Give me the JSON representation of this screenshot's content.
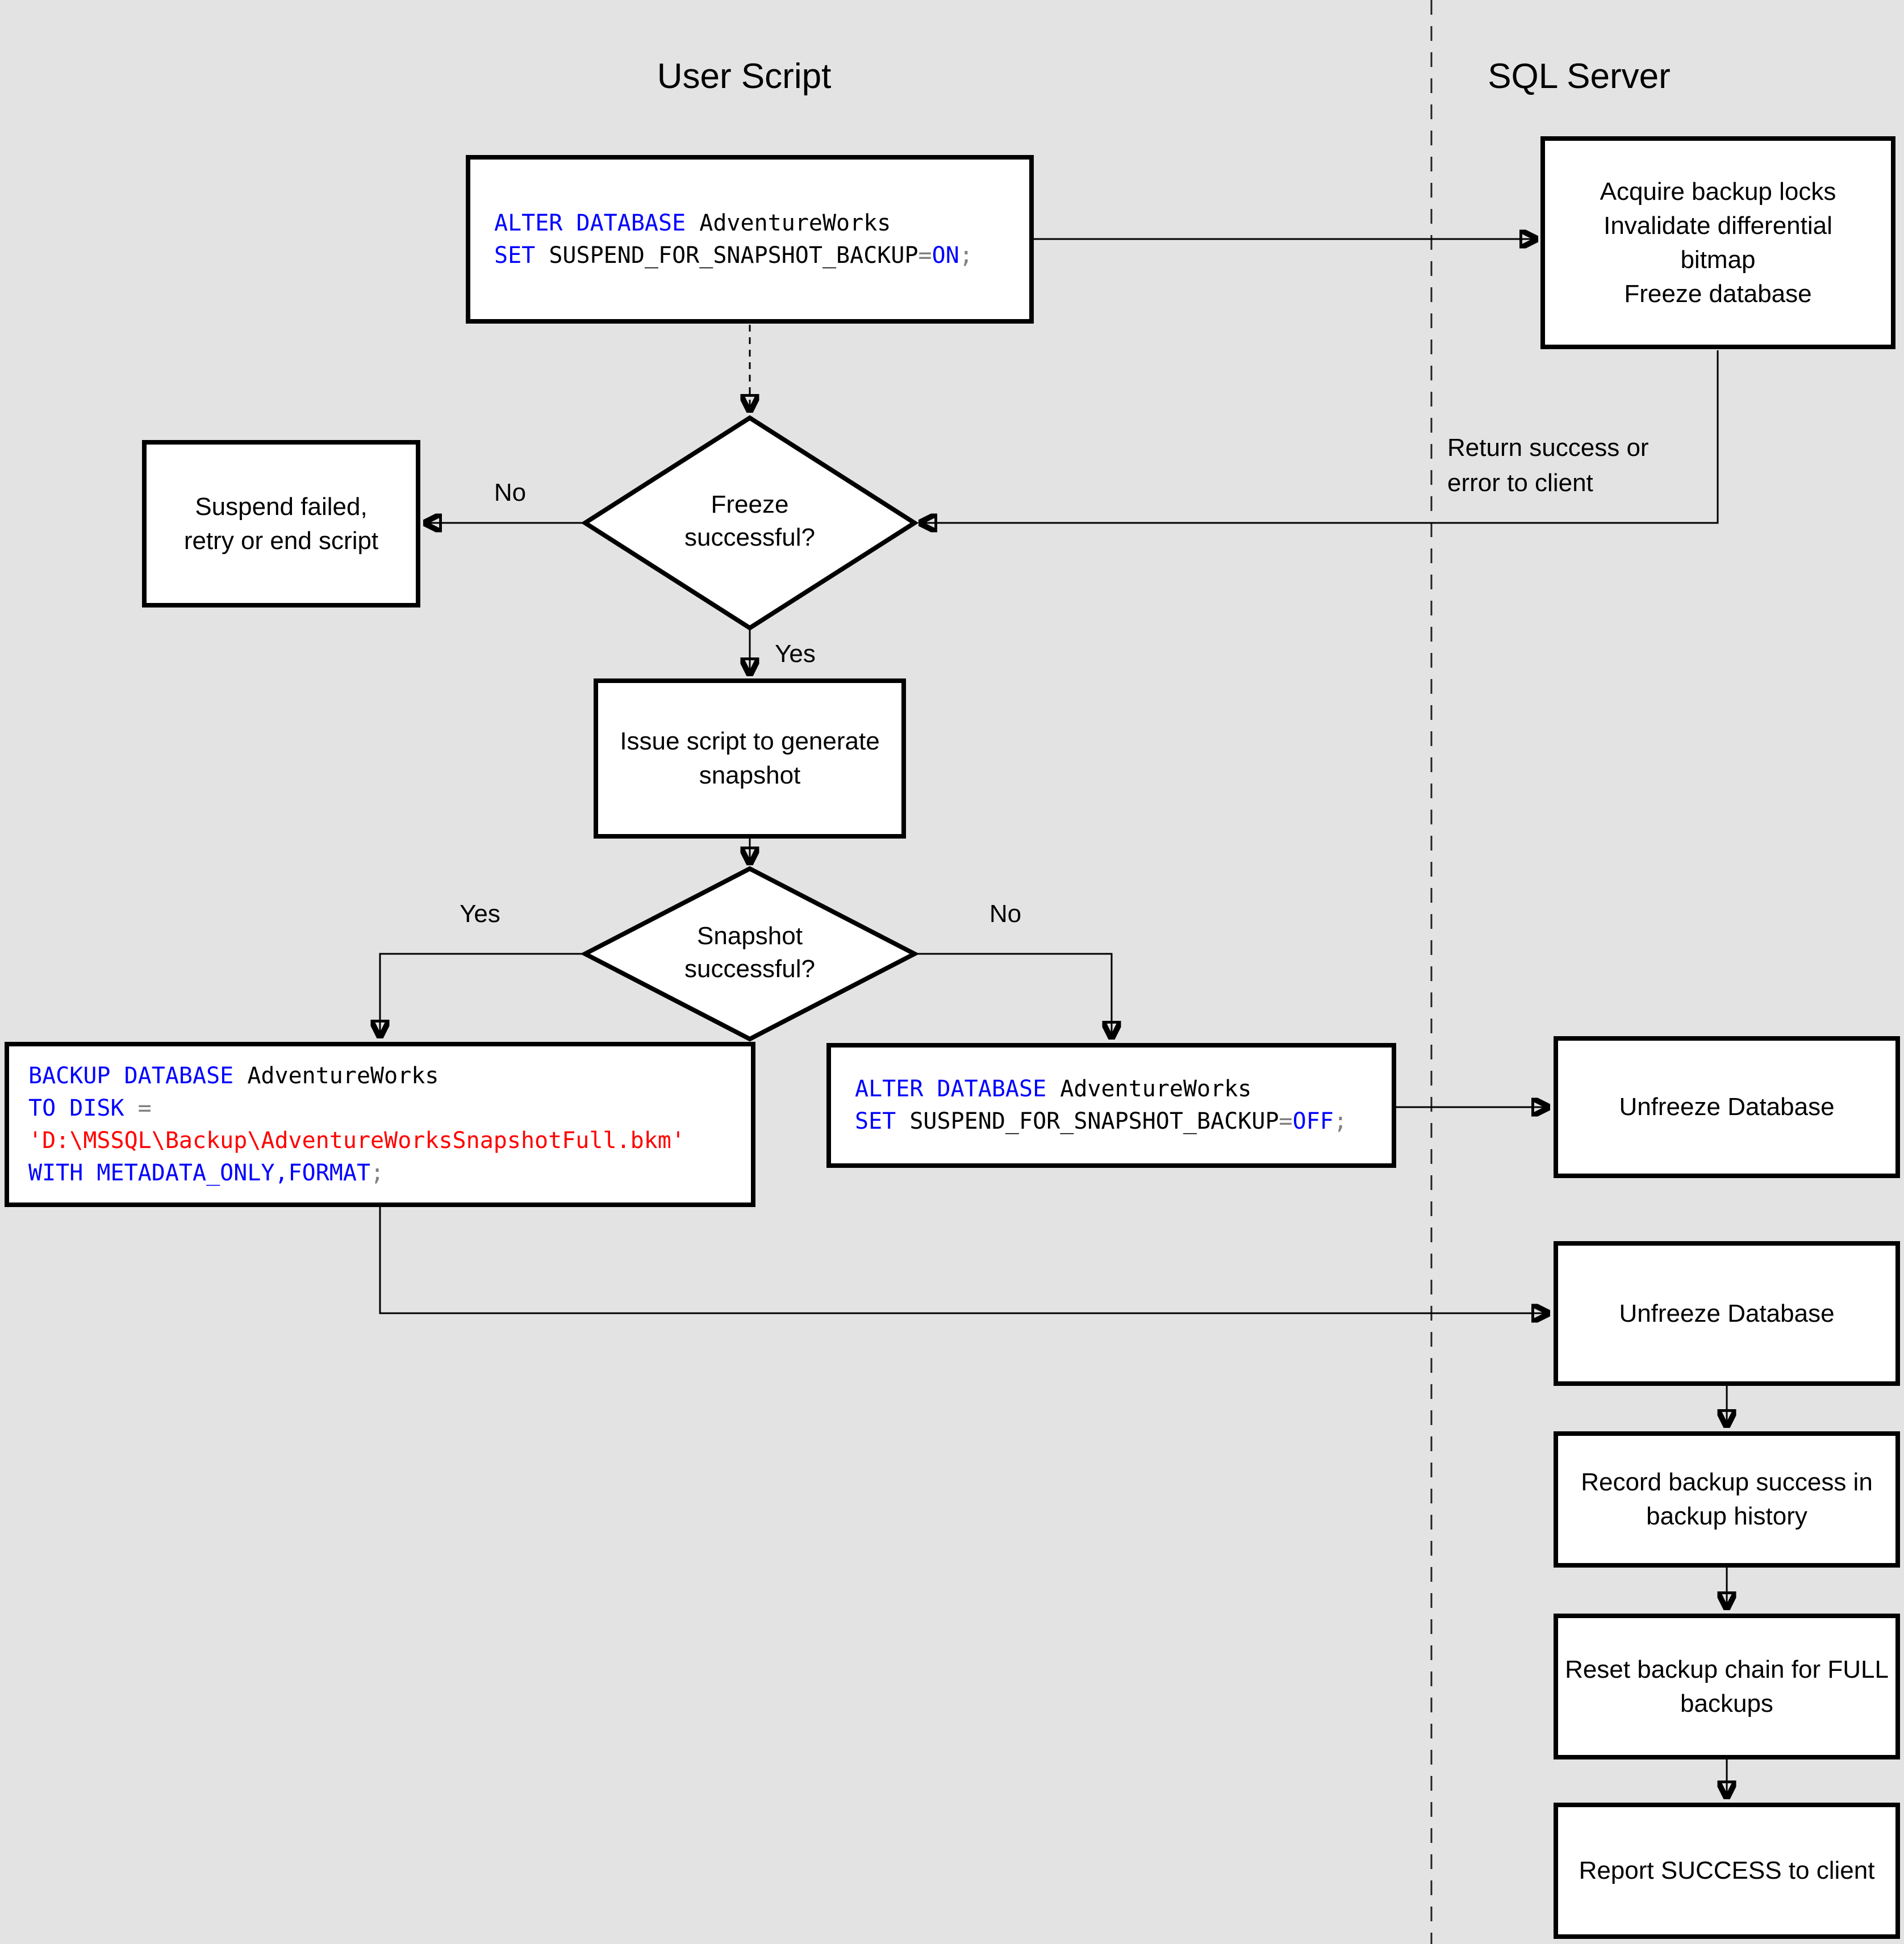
{
  "lanes": {
    "left_title": "User Script",
    "right_title": "SQL Server"
  },
  "code_colors": {
    "keyword": "#0000ff",
    "string": "#ff0000",
    "operator": "#808080",
    "plain": "#000000"
  },
  "palette": {
    "background": "#e3e3e3",
    "box_fill": "#ffffff",
    "line": "#000000"
  },
  "boxes": {
    "alter_on": {
      "l1_kw": "ALTER DATABASE",
      "l1_id": " AdventureWorks",
      "l2_kw": "SET",
      "l2_id": " SUSPEND_FOR_SNAPSHOT_BACKUP",
      "l2_op": "=",
      "l2_kw2": "ON",
      "l2_end": ";"
    },
    "acquire": {
      "line1": "Acquire backup locks",
      "line2": "Invalidate differential",
      "line3": "bitmap",
      "line4": "Freeze database"
    },
    "suspend_failed": {
      "line1": "Suspend failed,",
      "line2": "retry or end script"
    },
    "issue_script": {
      "line1": "Issue script to generate",
      "line2": "snapshot"
    },
    "backup": {
      "l1_kw": "BACKUP DATABASE",
      "l1_id": " AdventureWorks",
      "l2_kw": "TO DISK",
      "l2_op": " =",
      "l3_str": "'D:\\MSSQL\\Backup\\AdventureWorksSnapshotFull.bkm'",
      "l4_kw": "WITH METADATA_ONLY,FORMAT",
      "l4_end": ";"
    },
    "alter_off": {
      "l1_kw": "ALTER DATABASE",
      "l1_id": " AdventureWorks",
      "l2_kw": "SET",
      "l2_id": " SUSPEND_FOR_SNAPSHOT_BACKUP",
      "l2_op": "=",
      "l2_kw2": "OFF",
      "l2_end": ";"
    },
    "unfreeze1": {
      "label": "Unfreeze Database"
    },
    "unfreeze2": {
      "label": "Unfreeze Database"
    },
    "record": {
      "line1": "Record backup success in",
      "line2": "backup history"
    },
    "reset": {
      "line1": "Reset backup chain for FULL",
      "line2": "backups"
    },
    "report": {
      "label": "Report SUCCESS to client"
    }
  },
  "decisions": {
    "freeze": {
      "line1": "Freeze",
      "line2": "successful?"
    },
    "snapshot": {
      "line1": "Snapshot",
      "line2": "successful?"
    }
  },
  "labels": {
    "freeze_no": "No",
    "freeze_yes": "Yes",
    "snapshot_yes": "Yes",
    "snapshot_no": "No",
    "return_line1": "Return success or",
    "return_line2": "error to client"
  }
}
